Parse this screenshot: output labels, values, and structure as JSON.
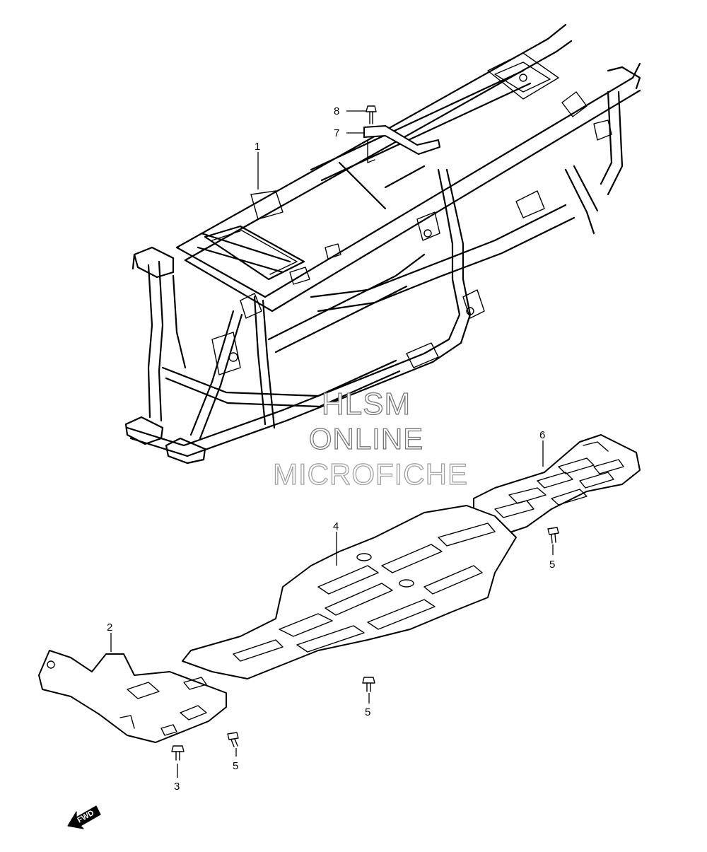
{
  "watermark": {
    "line1": "HLSM",
    "line2": "ONLINE",
    "line3": "MICROFICHE"
  },
  "callouts": [
    {
      "id": "1",
      "label": "1"
    },
    {
      "id": "2",
      "label": "2"
    },
    {
      "id": "3",
      "label": "3"
    },
    {
      "id": "4",
      "label": "4"
    },
    {
      "id": "5a",
      "label": "5"
    },
    {
      "id": "5b",
      "label": "5"
    },
    {
      "id": "5c",
      "label": "5"
    },
    {
      "id": "6",
      "label": "6"
    },
    {
      "id": "7",
      "label": "7"
    },
    {
      "id": "8",
      "label": "8"
    }
  ],
  "direction_arrow": {
    "label": "FWD"
  }
}
